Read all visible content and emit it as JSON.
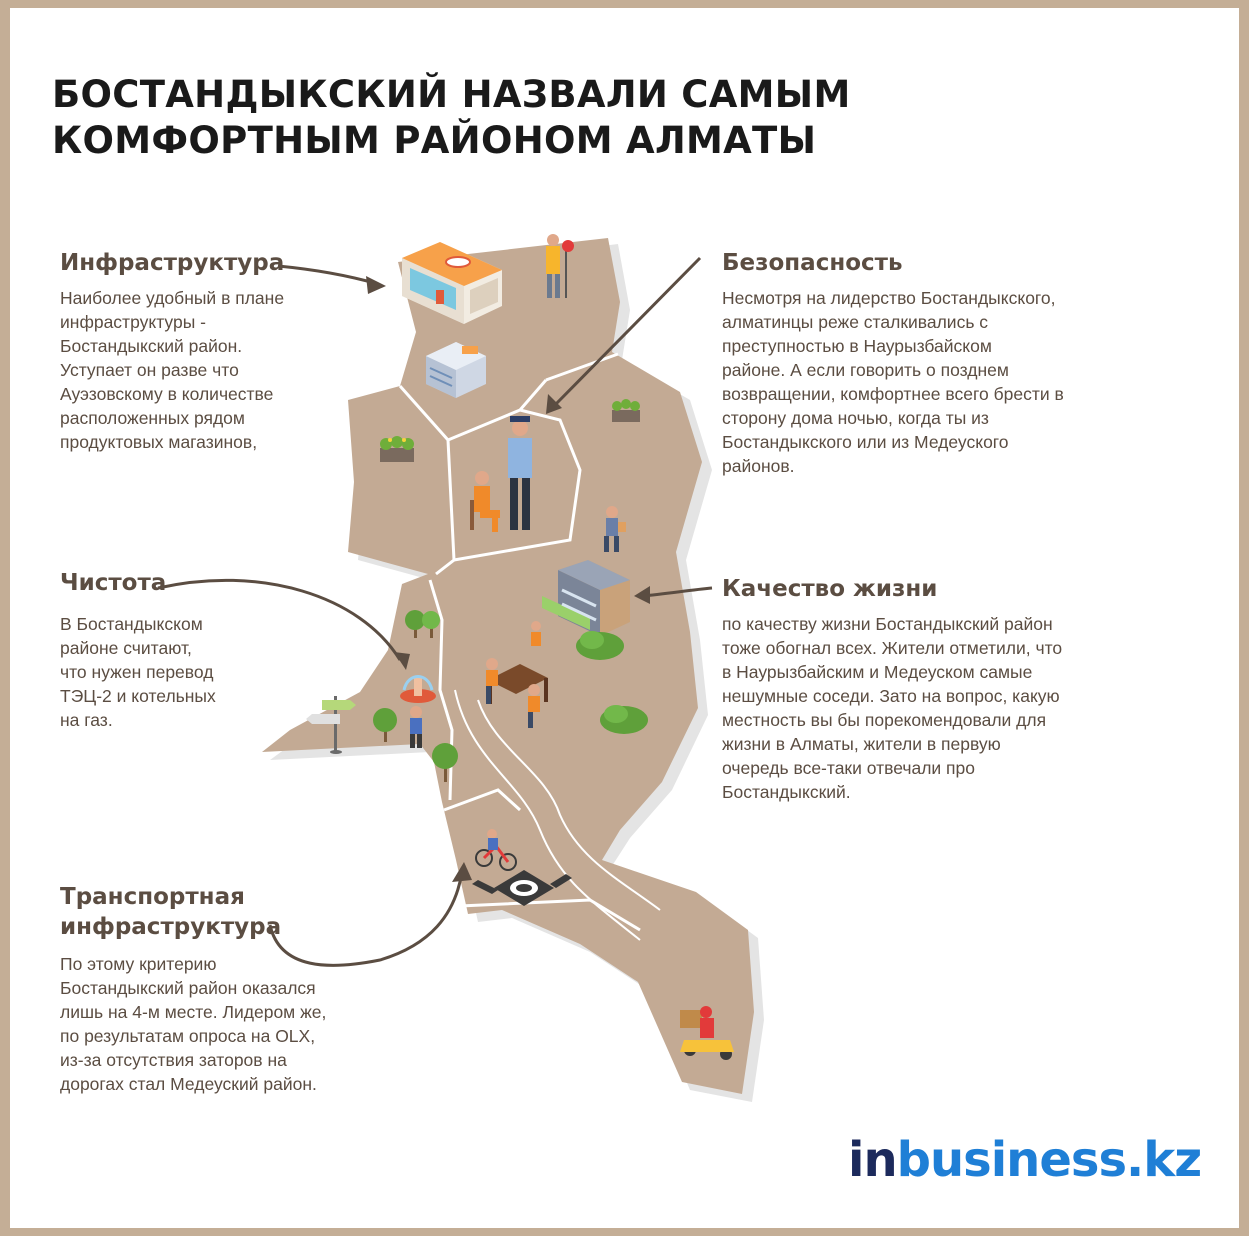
{
  "title": {
    "line1": "БОСТАНДЫКСКИЙ НАЗВАЛИ САМЫМ",
    "line2": "КОМФОРТНЫМ РАЙОНОМ АЛМАТЫ"
  },
  "sections": {
    "infrastructure": {
      "heading": "Инфраструктура",
      "lines": [
        "Наиболее удобный в плане",
        "инфраструктуры -",
        "Бостандыкский район.",
        "Уступает он разве что",
        "Ауэзовскому в количестве",
        "расположенных рядом",
        "продуктовых магазинов,"
      ]
    },
    "safety": {
      "heading": "Безопасность",
      "lines": [
        "Несмотря на лидерство Бостандыкского,",
        "алматинцы реже сталкивались с",
        "преступностью в Наурызбайском",
        "районе. А если говорить о позднем",
        "возвращении, комфортнее всего брести в",
        "сторону дома ночью, когда ты из",
        "Бостандыкского или из Медеуского",
        "районов."
      ]
    },
    "cleanliness": {
      "heading": "Чистота",
      "lines": [
        "В Бостандыкском",
        "районе считают,",
        "что нужен перевод",
        "ТЭЦ-2 и котельных",
        "на газ."
      ]
    },
    "quality": {
      "heading": "Качество жизни",
      "lines": [
        "по качеству жизни Бостандыкский район",
        "тоже обогнал всех. Жители отметили, что",
        "в Наурызбайским и Медеуском самые",
        "нешумные соседи. Зато на вопрос, какую",
        "местность вы бы порекомендовали для",
        "жизни в Алматы, жители в первую",
        "очередь все-таки отвечали про",
        "Бостандыкский."
      ]
    },
    "transport": {
      "heading1": "Транспортная",
      "heading2": "инфраструктура",
      "lines": [
        "По этому критерию",
        "Бостандыкский район оказался",
        "лишь на 4-м месте. Лидером же,",
        "по результатам опроса на OLX,",
        "из-за отсутствия заторов на",
        "дорогах стал Медеуский район."
      ]
    }
  },
  "logo": {
    "part1": "in",
    "part2": "business.kz"
  },
  "colors": {
    "border": "#c4ae96",
    "map_fill": "#c3aa94",
    "text": "#5b4d42",
    "title": "#1a1a1a",
    "logo_dark": "#1c2a5c",
    "logo_blue": "#1f7fd6"
  },
  "icons": [
    "shop-building-icon",
    "office-building-icon",
    "traffic-guard-icon",
    "police-officer-icon",
    "prisoner-icon",
    "flower-box-icon",
    "apartment-building-icon",
    "movers-icon",
    "fountain-icon",
    "signpost-icon",
    "tree-icon",
    "bush-icon",
    "cyclist-icon",
    "roundabout-icon",
    "courier-scooter-icon",
    "walker-icon"
  ]
}
